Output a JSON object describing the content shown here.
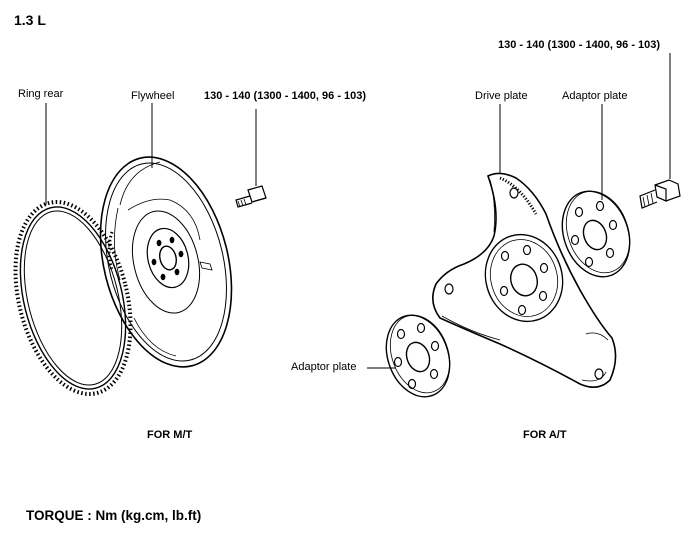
{
  "title": "1.3 L",
  "mt": {
    "ring_label": "Ring rear",
    "flywheel_label": "Flywheel",
    "torque_spec": "130 - 140 (1300 - 1400, 96 - 103)",
    "caption": "FOR M/T"
  },
  "at": {
    "torque_spec": "130 - 140 (1300 - 1400, 96 - 103)",
    "drive_plate_label": "Drive plate",
    "adaptor_plate_top_label": "Adaptor plate",
    "adaptor_plate_bottom_label": "Adaptor plate",
    "caption": "FOR A/T"
  },
  "torque_units": "TORQUE : Nm (kg.cm, lb.ft)"
}
